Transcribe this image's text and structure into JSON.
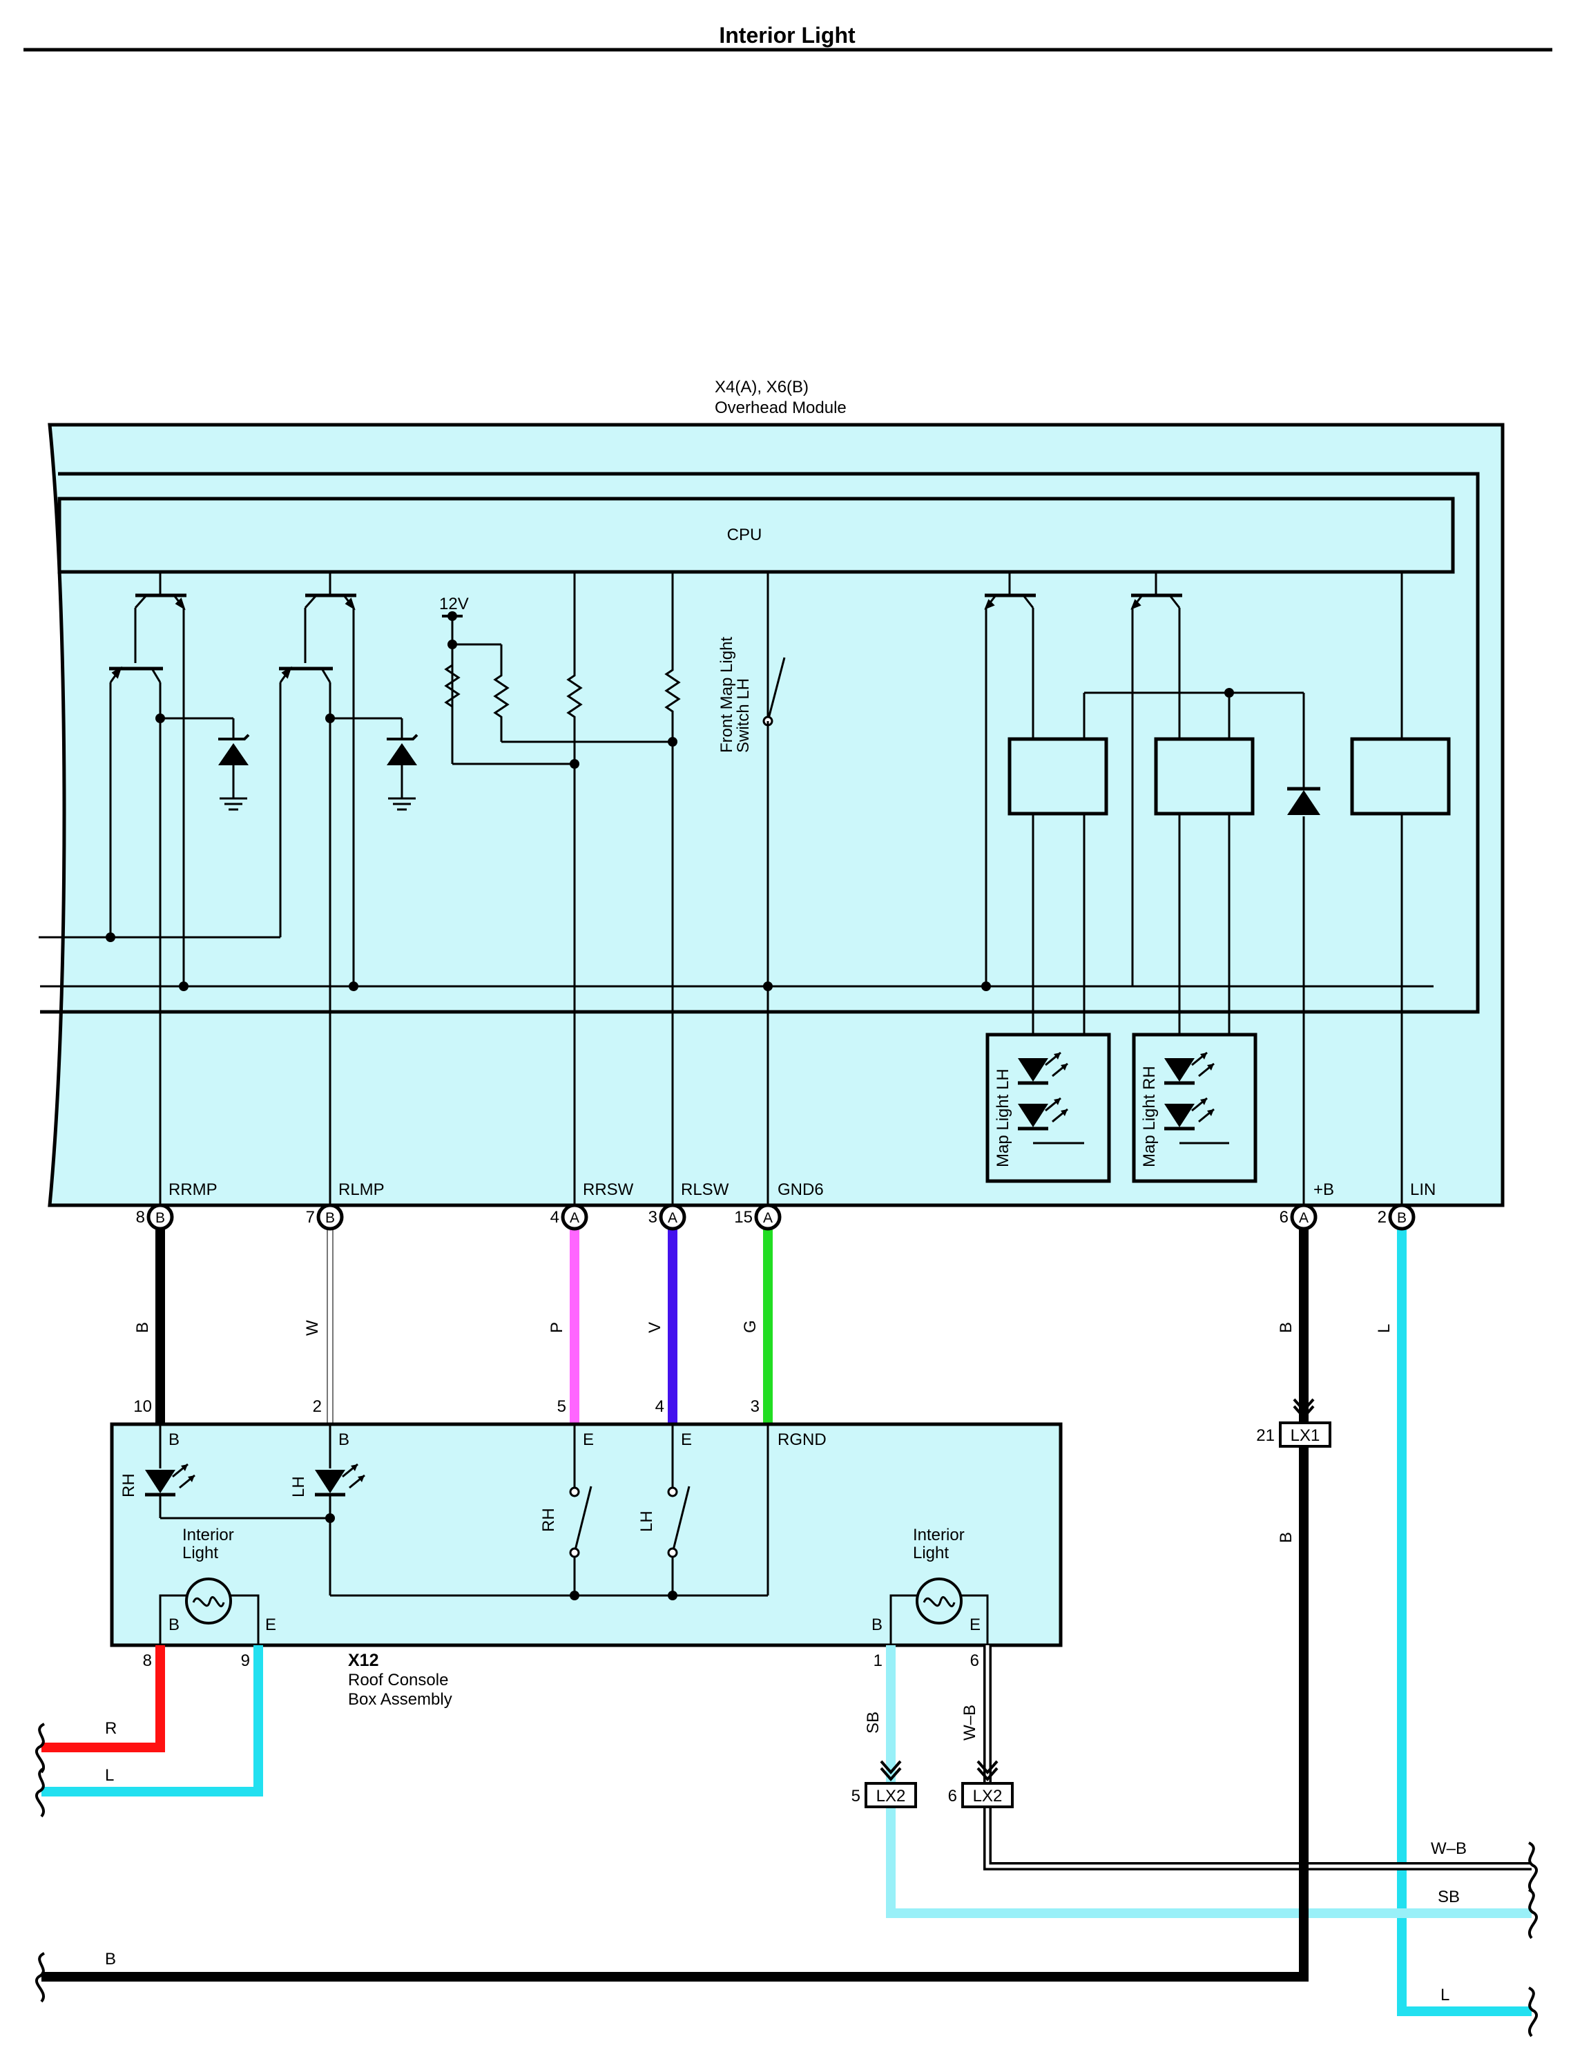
{
  "page": {
    "title": "Interior Light"
  },
  "overhead_module": {
    "code": "X4(A), X6(B)",
    "name": "Overhead Module",
    "cpu_label": "CPU",
    "v12_label": "12V",
    "front_map_switch": [
      "Front Map Light",
      "Switch LH"
    ],
    "map_light_lh": "Map Light LH",
    "map_light_rh": "Map Light RH"
  },
  "connectors": [
    {
      "pin": "8",
      "conn": "B",
      "signal": "RRMP"
    },
    {
      "pin": "7",
      "conn": "B",
      "signal": "RLMP"
    },
    {
      "pin": "4",
      "conn": "A",
      "signal": "RRSW"
    },
    {
      "pin": "3",
      "conn": "A",
      "signal": "RLSW"
    },
    {
      "pin": "15",
      "conn": "A",
      "signal": "GND6"
    },
    {
      "pin": "6",
      "conn": "A",
      "signal": "+B"
    },
    {
      "pin": "2",
      "conn": "B",
      "signal": "LIN"
    }
  ],
  "wires": [
    {
      "label": "B",
      "color": "#000000"
    },
    {
      "label": "W",
      "color": "#bbbbbb"
    },
    {
      "label": "P",
      "color": "#ff66ff"
    },
    {
      "label": "V",
      "color": "#4411ee"
    },
    {
      "label": "G",
      "color": "#22dd22"
    },
    {
      "label": "B",
      "color": "#000000"
    },
    {
      "label": "L",
      "color": "#22e0f0"
    }
  ],
  "roof_console": {
    "code": "X12",
    "name": [
      "Roof Console",
      "Box Assembly"
    ],
    "top_pins": [
      "10",
      "2",
      "5",
      "4",
      "3"
    ],
    "top_labels": [
      "B",
      "B",
      "E",
      "E",
      "RGND"
    ],
    "rh": "RH",
    "lh": "LH",
    "interior_light": [
      "Interior",
      "Light"
    ],
    "left_lamp": {
      "b": "B",
      "e": "E",
      "pin_b": "8",
      "pin_e": "9"
    },
    "right_lamp": {
      "b": "B",
      "e": "E",
      "pin_b": "1",
      "pin_e": "6"
    }
  },
  "junctions": {
    "lx1": {
      "name": "LX1",
      "pin": "21",
      "wire_above": "B",
      "wire_below": "B"
    },
    "lx2a": {
      "name": "LX2",
      "pin": "5",
      "wire": "SB"
    },
    "lx2b": {
      "name": "LX2",
      "pin": "6",
      "wire": "W–B"
    }
  },
  "bottom_wires": {
    "left_r": {
      "label": "R",
      "color": "#ff1111"
    },
    "left_l": {
      "label": "L",
      "color": "#22e0f0"
    },
    "w_b": {
      "label": "W–B"
    },
    "sb": {
      "label": "SB",
      "color": "#99f0f8"
    },
    "b": {
      "label": "B"
    },
    "l": {
      "label": "L"
    }
  },
  "colors": {
    "module_fill": "#ccf7fa",
    "outline": "#000000"
  }
}
